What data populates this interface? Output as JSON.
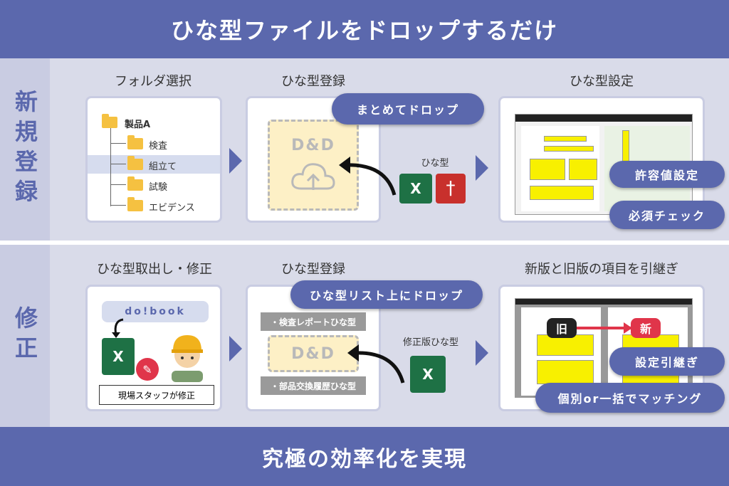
{
  "header": {
    "title": "ひな型ファイルをドロップするだけ"
  },
  "footer": {
    "title": "究極の効率化を実現"
  },
  "rows": {
    "new": {
      "label": "新規登録"
    },
    "edit": {
      "label": "修正"
    }
  },
  "new_row": {
    "col1_title": "フォルダ選択",
    "col2_title": "ひな型登録",
    "col3_title": "ひな型設定",
    "tree": [
      "製品A",
      "検査",
      "組立て",
      "試験",
      "エビデンス"
    ],
    "dnd_label": "D&D",
    "drop_pill": "まとめてドロップ",
    "template_label": "ひな型",
    "excel_glyph": "X",
    "pill_tolerance": "許容値設定",
    "pill_required": "必須チェック"
  },
  "edit_row": {
    "col1_title": "ひな型取出し・修正",
    "col2_title": "ひな型登録",
    "col3_title": "新版と旧版の項目を引継ぎ",
    "dobook": "do!book",
    "staff_caption": "現場スタッフが修正",
    "drop_pill": "ひな型リスト上にドロップ",
    "tag_inspection": "・検査レポートひな型",
    "tag_parts": "・部品交換履歴ひな型",
    "dnd_label": "D&D",
    "revised_label": "修正版ひな型",
    "excel_glyph": "X",
    "old_badge": "旧",
    "new_badge": "新",
    "pill_carry": "設定引継ぎ",
    "pill_match": "個別or一括でマッチング"
  },
  "colors": {
    "primary": "#5b68ad",
    "background": "#d9dbe9",
    "excel": "#1e7145",
    "pdf": "#c8302c",
    "folder": "#f5c141"
  },
  "icons": [
    "folder-icon",
    "cloud-upload-icon",
    "excel-icon",
    "pdf-icon",
    "pencil-icon",
    "worker-icon",
    "arrow-right-icon"
  ]
}
